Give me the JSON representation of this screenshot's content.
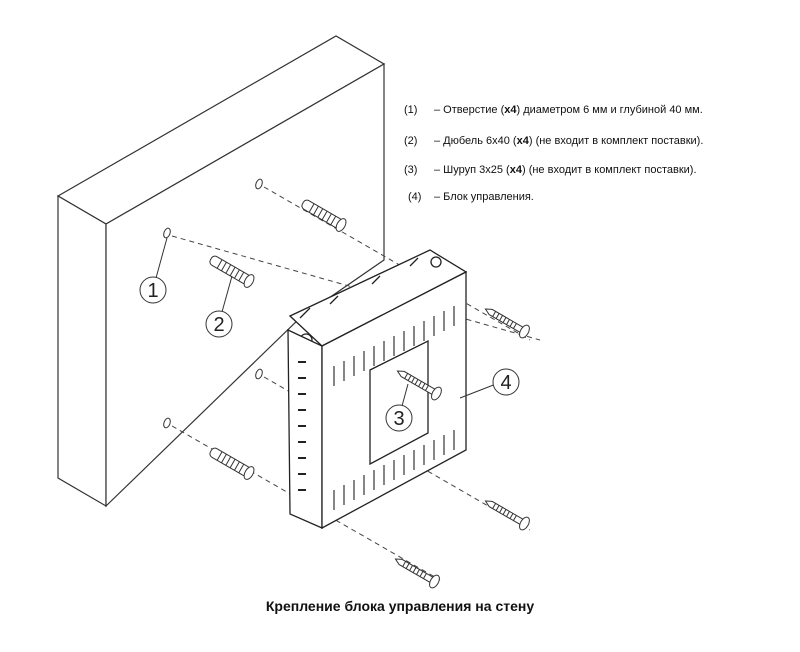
{
  "legend": [
    {
      "num": "(1)",
      "pre": "– Отверстие (",
      "bold": "x4",
      "post": ") диаметром 6 мм и глубиной 40 мм."
    },
    {
      "num": "(2)",
      "pre": "– Дюбель 6x40 (",
      "bold": "x4",
      "post": ") (не входит в комплект поставки)."
    },
    {
      "num": "(3)",
      "pre": "– Шуруп 3x25 (",
      "bold": "x4",
      "post": ") (не входит в комплект поставки)."
    },
    {
      "num": "(4)",
      "pre": "– Блок управления.",
      "bold": "",
      "post": ""
    }
  ],
  "callouts": [
    "1",
    "2",
    "3",
    "4"
  ],
  "caption": "Крепление блока управления на стену",
  "colors": {
    "line": "#333333",
    "box_fill": "#ffffff",
    "wall_fill": "#ffffff"
  }
}
